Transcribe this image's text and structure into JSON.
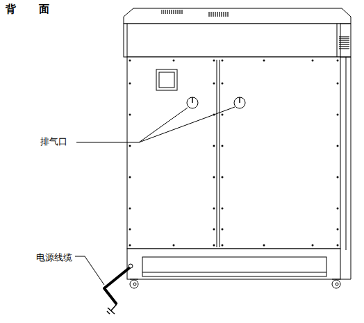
{
  "diagram": {
    "title": "背 面",
    "labels": [
      "排气口",
      "电源线缆"
    ]
  }
}
